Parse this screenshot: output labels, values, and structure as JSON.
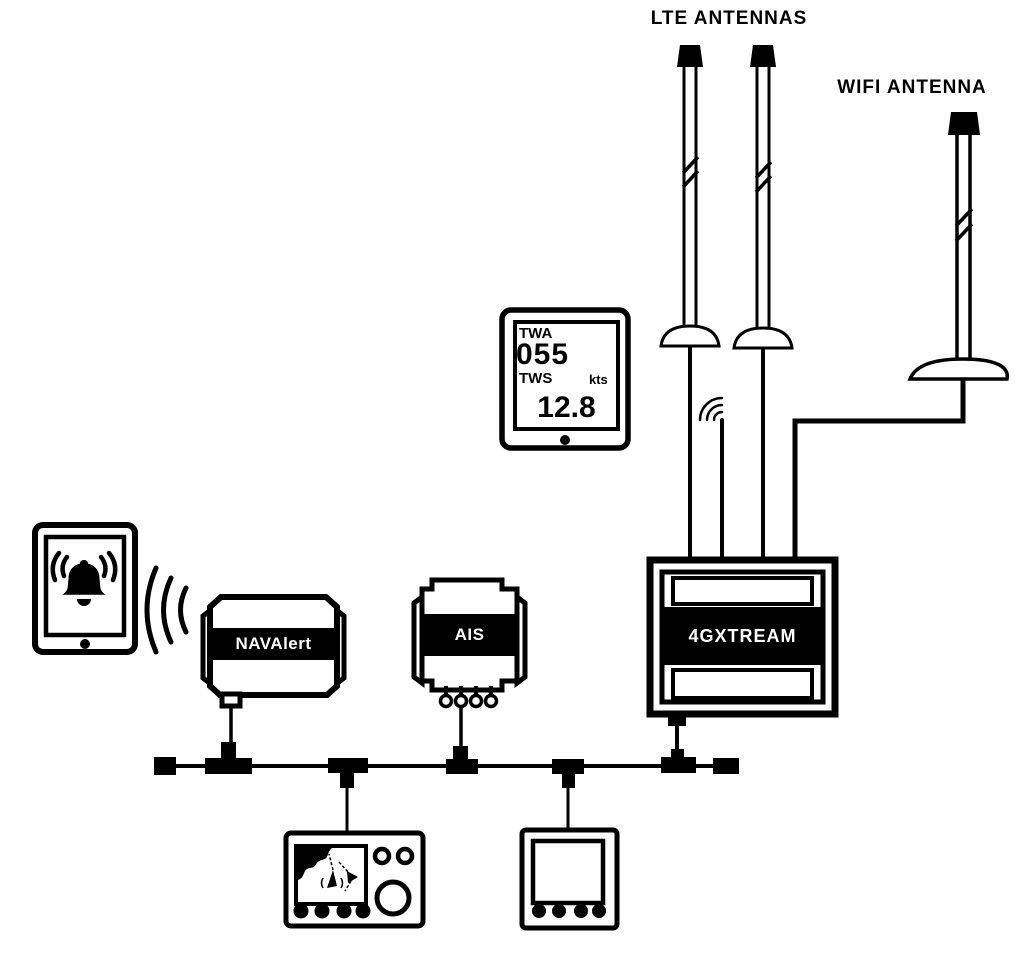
{
  "page": {
    "background": "#ffffff",
    "ink": "#000000"
  },
  "labels": {
    "lte_antennas": "LTE ANTENNAS",
    "wifi_antenna": "WIFI ANTENNA"
  },
  "wind_display": {
    "twa_label": "TWA",
    "twa_value": "055",
    "tws_label": "TWS",
    "tws_unit": "kts",
    "tws_value": "12.8"
  },
  "devices": {
    "navalert": "NAVAlert",
    "ais": "AIS",
    "router": "4GXTREAM"
  },
  "icons": {
    "tablet_alert": "alarm-bell-icon",
    "tablet_link": "wireless-waves-icon",
    "router_wifi": "wifi-signal-icon",
    "lte_antenna": "whip-antenna-icon",
    "wifi_antenna": "whip-antenna-icon",
    "backbone_tee": "tee-connector-icon",
    "backbone_terminator": "terminator-icon"
  }
}
